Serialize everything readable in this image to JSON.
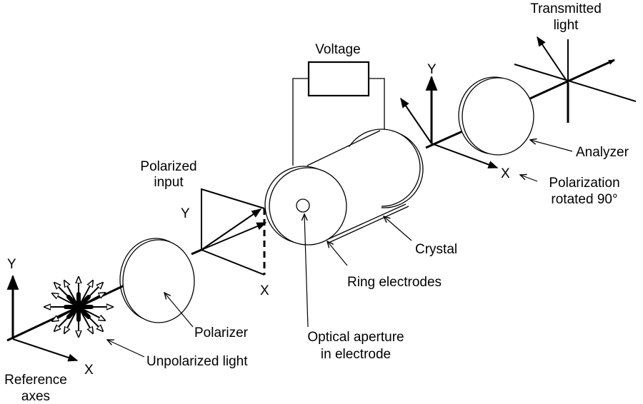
{
  "labels": {
    "transmitted_1": "Transmitted",
    "transmitted_2": "light",
    "voltage": "Voltage",
    "y_right": "Y",
    "analyzer": "Analyzer",
    "x_right": "X",
    "polarization_1": "Polarization",
    "polarization_2": "rotated 90°",
    "polarized_input_1": "Polarized",
    "polarized_input_2": "input",
    "y_mid": "Y",
    "x_mid": "X",
    "crystal": "Crystal",
    "ring_electrodes": "Ring electrodes",
    "y_left": "Y",
    "polarizer": "Polarizer",
    "optical_aperture_1": "Optical aperture",
    "optical_aperture_2": "in electrode",
    "unpolarized_light": "Unpolarized light",
    "x_left": "X",
    "reference_axes_1": "Reference",
    "reference_axes_2": "axes"
  }
}
